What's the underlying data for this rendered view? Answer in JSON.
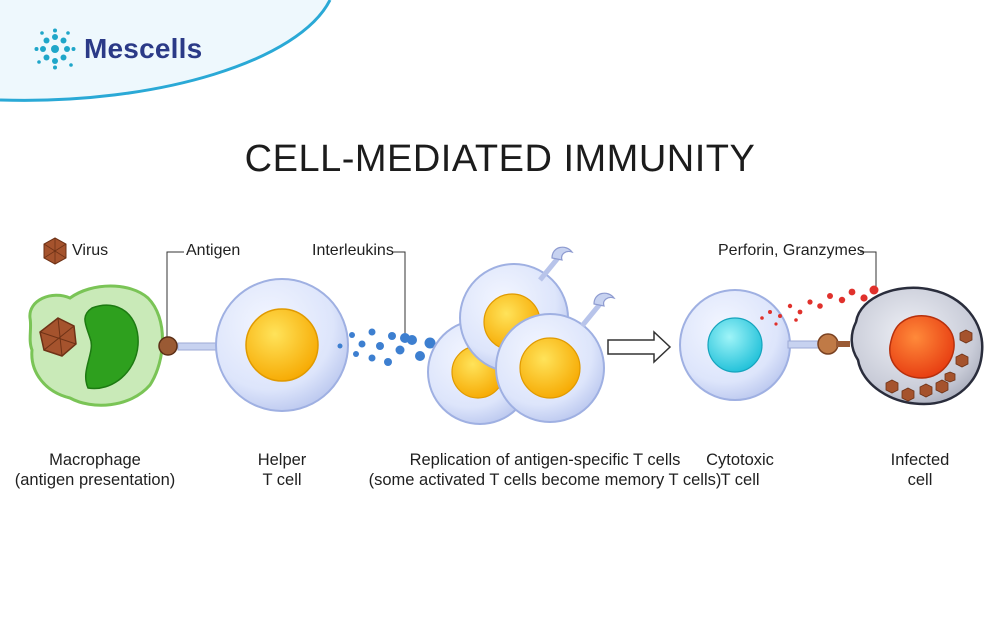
{
  "brand": {
    "name": "Mescells"
  },
  "title": "CELL-MEDIATED IMMUNITY",
  "labels": {
    "virus": "Virus",
    "antigen": "Antigen",
    "interleukins": "Interleukins",
    "perforin": "Perforin, Granzymes"
  },
  "captions": {
    "macrophage": [
      "Macrophage",
      "(antigen presentation)"
    ],
    "helper": [
      "Helper",
      "T cell"
    ],
    "replication": [
      "Replication of antigen-specific T cells",
      "(some activated T cells become memory T cells)"
    ],
    "cytotoxic": [
      "Cytotoxic",
      "T cell"
    ],
    "infected": [
      "Infected",
      "cell"
    ]
  },
  "colors": {
    "brand_blue": "#2b3a87",
    "logo_teal": "#1fa6c9",
    "corner_curve": "#2aa9d6",
    "cell_membrane": "#dfe6fb",
    "helper_nucleus": "#ffc41a",
    "cytotoxic_nucleus": "#3fd6e6",
    "macrophage": "#c9eab8",
    "macrophage_nucleus": "#2ea01e",
    "virus": "#a5532d",
    "interleukin": "#3d7fd0",
    "perforin": "#e0312c",
    "infected_nucleus": "#ff5a1a"
  }
}
